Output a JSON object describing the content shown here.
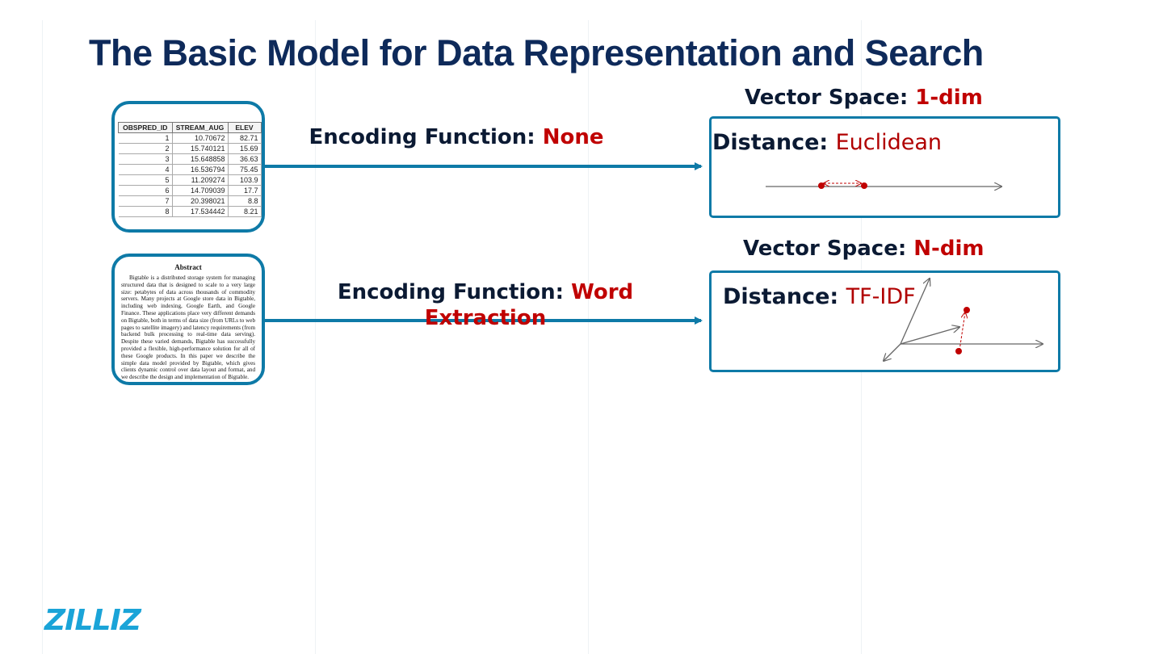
{
  "slide": {
    "title": "The Basic Model for Data Representation and Search",
    "accent_color": "#0e7aa7",
    "highlight_color": "#c00000",
    "title_color": "#0e2a5a"
  },
  "row1": {
    "encoding_prefix": "Encoding Function: ",
    "encoding_value": "None",
    "space_prefix": "Vector Space: ",
    "space_value": "1-dim",
    "distance_prefix": "Distance: ",
    "distance_value": "Euclidean",
    "table": {
      "headers": [
        "OBSPRED_ID",
        "STREAM_AUG",
        "ELEV"
      ],
      "rows": [
        [
          "1",
          "10.70672",
          "82.71"
        ],
        [
          "2",
          "15.740121",
          "15.69"
        ],
        [
          "3",
          "15.648858",
          "36.63"
        ],
        [
          "4",
          "16.536794",
          "75.45"
        ],
        [
          "5",
          "11.209274",
          "103.9"
        ],
        [
          "6",
          "14.709039",
          "17.7"
        ],
        [
          "7",
          "20.398021",
          "8.8"
        ],
        [
          "8",
          "17.534442",
          "8.21"
        ]
      ]
    }
  },
  "row2": {
    "encoding_prefix": "Encoding Function: ",
    "encoding_value": "Word Extraction",
    "space_prefix": "Vector Space: ",
    "space_value": "N-dim",
    "distance_prefix": "Distance: ",
    "distance_value": "TF-IDF",
    "abstract_title": "Abstract",
    "abstract_text": "Bigtable is a distributed storage system for managing structured data that is designed to scale to a very large size: petabytes of data across thousands of commodity servers. Many projects at Google store data in Bigtable, including web indexing, Google Earth, and Google Finance. These applications place very different demands on Bigtable, both in terms of data size (from URLs to web pages to satellite imagery) and latency requirements (from backend bulk processing to real-time data serving). Despite these varied demands, Bigtable has successfully provided a flexible, high-performance solution for all of these Google products. In this paper we describe the simple data model provided by Bigtable, which gives clients dynamic control over data layout and format, and we describe the design and implementation of Bigtable."
  },
  "logo": {
    "text": "ZILLIZ",
    "color": "#1aa4d8"
  }
}
